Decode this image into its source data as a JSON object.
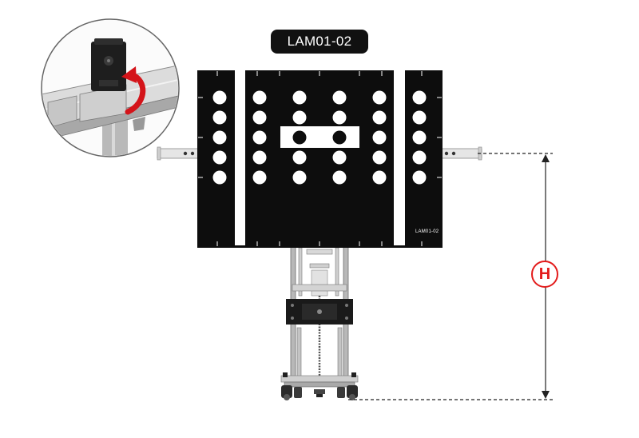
{
  "model_label": "LAM01-02",
  "board_label": "LAM01-02",
  "height_marker": "H",
  "colors": {
    "board": "#0d0d0d",
    "accent_red": "#e31b1b",
    "frame_grey": "#9a9a9a",
    "badge_bg": "#111111"
  },
  "icons": [
    "rotate-arrow-icon",
    "height-dimension-arrow"
  ]
}
